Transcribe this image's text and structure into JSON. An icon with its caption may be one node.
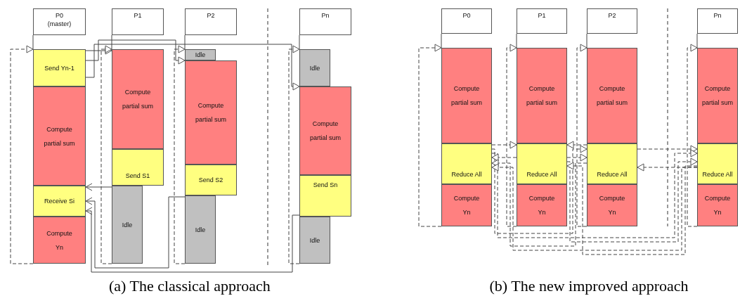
{
  "diagram": {
    "nodes": [
      {
        "text": [
          "P0",
          "(master)"
        ]
      },
      {
        "text": [
          "P1"
        ]
      },
      {
        "text": [
          "P2"
        ]
      },
      {
        "text": [
          "Pn"
        ]
      },
      {
        "text": [
          "Send Yn-1"
        ]
      },
      {
        "text": [
          "Compute partial sum"
        ]
      },
      {
        "text": [
          "Receive Si"
        ]
      },
      {
        "text": [
          "Compute Yn"
        ]
      },
      {
        "text": [
          "Compute partial sum"
        ]
      },
      {
        "text": [
          "Send S1"
        ]
      },
      {
        "text": [
          "Idle"
        ]
      },
      {
        "text": [
          "Idle"
        ]
      },
      {
        "text": [
          "Compute partial sum"
        ]
      },
      {
        "text": [
          "Send S2"
        ]
      },
      {
        "text": [
          "Idle"
        ]
      },
      {
        "text": [
          "Idle"
        ]
      },
      {
        "text": [
          "Compute partial sum"
        ]
      },
      {
        "text": [
          "Send Sn"
        ]
      },
      {
        "text": [
          "Idle"
        ]
      },
      {
        "text": [
          "P0"
        ]
      },
      {
        "text": [
          "P1"
        ]
      },
      {
        "text": [
          "P2"
        ]
      },
      {
        "text": [
          "Pn"
        ]
      },
      {
        "text": [
          "Compute partial sum"
        ]
      },
      {
        "text": [
          "Reduce All"
        ]
      },
      {
        "text": [
          "Compute Yn"
        ]
      },
      {
        "text": [
          "Compute partial sum"
        ]
      },
      {
        "text": [
          "Reduce All"
        ]
      },
      {
        "text": [
          "Compute Yn"
        ]
      },
      {
        "text": [
          "Compute partial sum"
        ]
      },
      {
        "text": [
          "Reduce All"
        ]
      },
      {
        "text": [
          "Compute Yn"
        ]
      },
      {
        "text": [
          "Compute partial sum"
        ]
      },
      {
        "text": [
          "Reduce All"
        ]
      },
      {
        "text": [
          "Compute Yn"
        ]
      }
    ],
    "edges": [
      {
        "from": 4,
        "to": 8,
        "arrow": "to"
      },
      {
        "from": 4,
        "to": 12,
        "arrow": "to"
      },
      {
        "from": 4,
        "to": 16,
        "arrow": "to"
      },
      {
        "from": 9,
        "to": 6,
        "arrow": "to"
      },
      {
        "from": 13,
        "to": 6,
        "arrow": "to"
      },
      {
        "from": 17,
        "to": 6,
        "arrow": "to"
      },
      {
        "from": 7,
        "to": 4,
        "arrow": "to",
        "style": "dashed"
      },
      {
        "from": 10,
        "to": 8,
        "arrow": "to",
        "style": "dashed"
      },
      {
        "from": 14,
        "to": 11,
        "arrow": "to",
        "style": "dashed"
      },
      {
        "from": 18,
        "to": 15,
        "arrow": "to",
        "style": "dashed"
      },
      {
        "from": 25,
        "to": 23,
        "arrow": "to",
        "style": "dashed"
      },
      {
        "from": 28,
        "to": 26,
        "arrow": "to",
        "style": "dashed"
      },
      {
        "from": 31,
        "to": 29,
        "arrow": "to",
        "style": "dashed"
      },
      {
        "from": 34,
        "to": 32,
        "arrow": "to",
        "style": "dashed"
      },
      {
        "from": 24,
        "to": 27,
        "arrow": "to",
        "style": "dashed"
      },
      {
        "from": 30,
        "to": 27,
        "arrow": "to",
        "style": "dashed"
      },
      {
        "from": 24,
        "to": 30,
        "arrow": "to",
        "style": "dashed"
      },
      {
        "from": 30,
        "to": 33,
        "arrow": "to",
        "style": "dashed"
      },
      {
        "from": 24,
        "to": 33,
        "arrow": "to",
        "style": "dashed"
      },
      {
        "from": 27,
        "to": 24,
        "arrow": "to",
        "style": "dashed"
      },
      {
        "from": 27,
        "to": 30,
        "arrow": "to",
        "style": "dashed"
      },
      {
        "from": 27,
        "to": 33,
        "arrow": "to",
        "style": "dashed"
      },
      {
        "from": 30,
        "to": 24,
        "arrow": "to",
        "style": "dashed"
      },
      {
        "from": 33,
        "to": 24,
        "arrow": "to",
        "style": "dashed"
      },
      {
        "from": 33,
        "to": 27,
        "arrow": "to",
        "style": "dashed"
      },
      {
        "from": 33,
        "to": 30,
        "arrow": "to",
        "style": "dashed"
      },
      {
        "from": 0,
        "to": 4,
        "arrow": "none"
      },
      {
        "from": 1,
        "to": 8,
        "arrow": "none"
      },
      {
        "from": 2,
        "to": 11,
        "arrow": "none"
      },
      {
        "from": 3,
        "to": 15,
        "arrow": "none"
      },
      {
        "from": 19,
        "to": 23,
        "arrow": "none"
      },
      {
        "from": 20,
        "to": 26,
        "arrow": "none"
      },
      {
        "from": 21,
        "to": 29,
        "arrow": "none"
      },
      {
        "from": 22,
        "to": 32,
        "arrow": "none"
      }
    ],
    "labels": [
      "(a) The classical approach",
      "(b) The new improved approach"
    ]
  }
}
